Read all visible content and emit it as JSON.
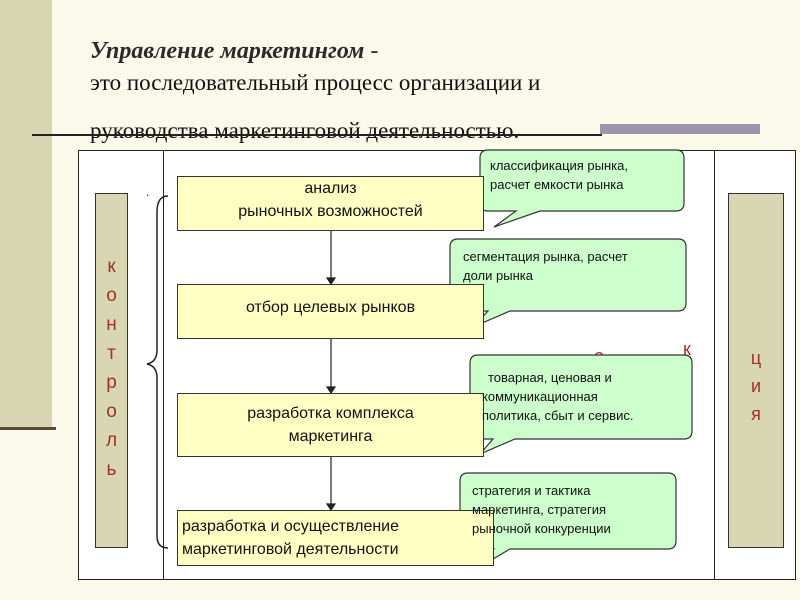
{
  "slide": {
    "title": "Управление маркетингом",
    "title_dash": " -",
    "subtitle_line1": "это последовательный процесс организации и",
    "subtitle_line2": "руководства маркетинговой деятельностью."
  },
  "left_bar": {
    "letters": [
      "к",
      "о",
      "н",
      "т",
      "р",
      "о",
      "л",
      "ь"
    ]
  },
  "right_bar": {
    "letters": [
      "ц",
      "и",
      "я"
    ]
  },
  "stray_letters": [
    "к",
    "о"
  ],
  "steps": [
    {
      "line1": "анализ",
      "line2": "рыночных возможностей"
    },
    {
      "line1": "отбор целевых рынков",
      "line2": ""
    },
    {
      "line1": "разработка комплекса",
      "line2": "маркетинга"
    },
    {
      "line1": "разработка и осуществление",
      "line2": "маркетинговой деятельности"
    }
  ],
  "callouts": [
    {
      "line1": "классификация рынка,",
      "line2": "расчет емкости рынка",
      "line3": ""
    },
    {
      "line1": "сегментация рынка, расчет",
      "line2": "доли рынка",
      "line3": ""
    },
    {
      "line1": "товарная, ценовая и",
      "line2": "коммуникационная",
      "line3": "политика,  сбыт и сервис."
    },
    {
      "line1": "стратегия и тактика",
      "line2": "маркетинга, стратегия",
      "line3": "рыночной конкуренции"
    }
  ],
  "colors": {
    "background": "#fbf9e9",
    "sidebar": "#d8d6b3",
    "step_fill": "#ffffc4",
    "callout_fill": "#ccffcc",
    "vertical_text": "#a0322a",
    "accent_bar": "#9a96ae"
  }
}
